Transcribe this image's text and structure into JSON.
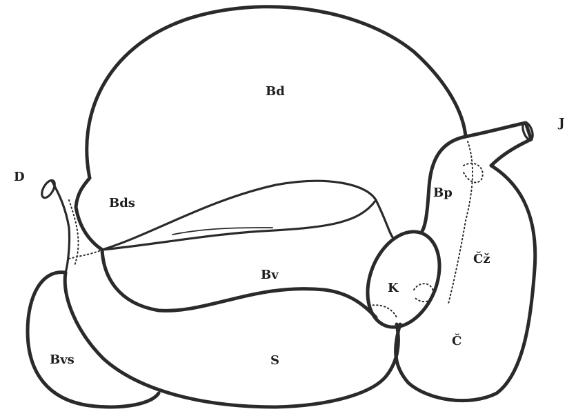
{
  "labels": {
    "bd": "Bd",
    "bds": "Bds",
    "bv": "Bv",
    "bvs": "Bvs",
    "s": "S",
    "k": "K",
    "bp": "Bp",
    "cz": "Čž",
    "c": "Č",
    "d": "D",
    "j": "J"
  }
}
